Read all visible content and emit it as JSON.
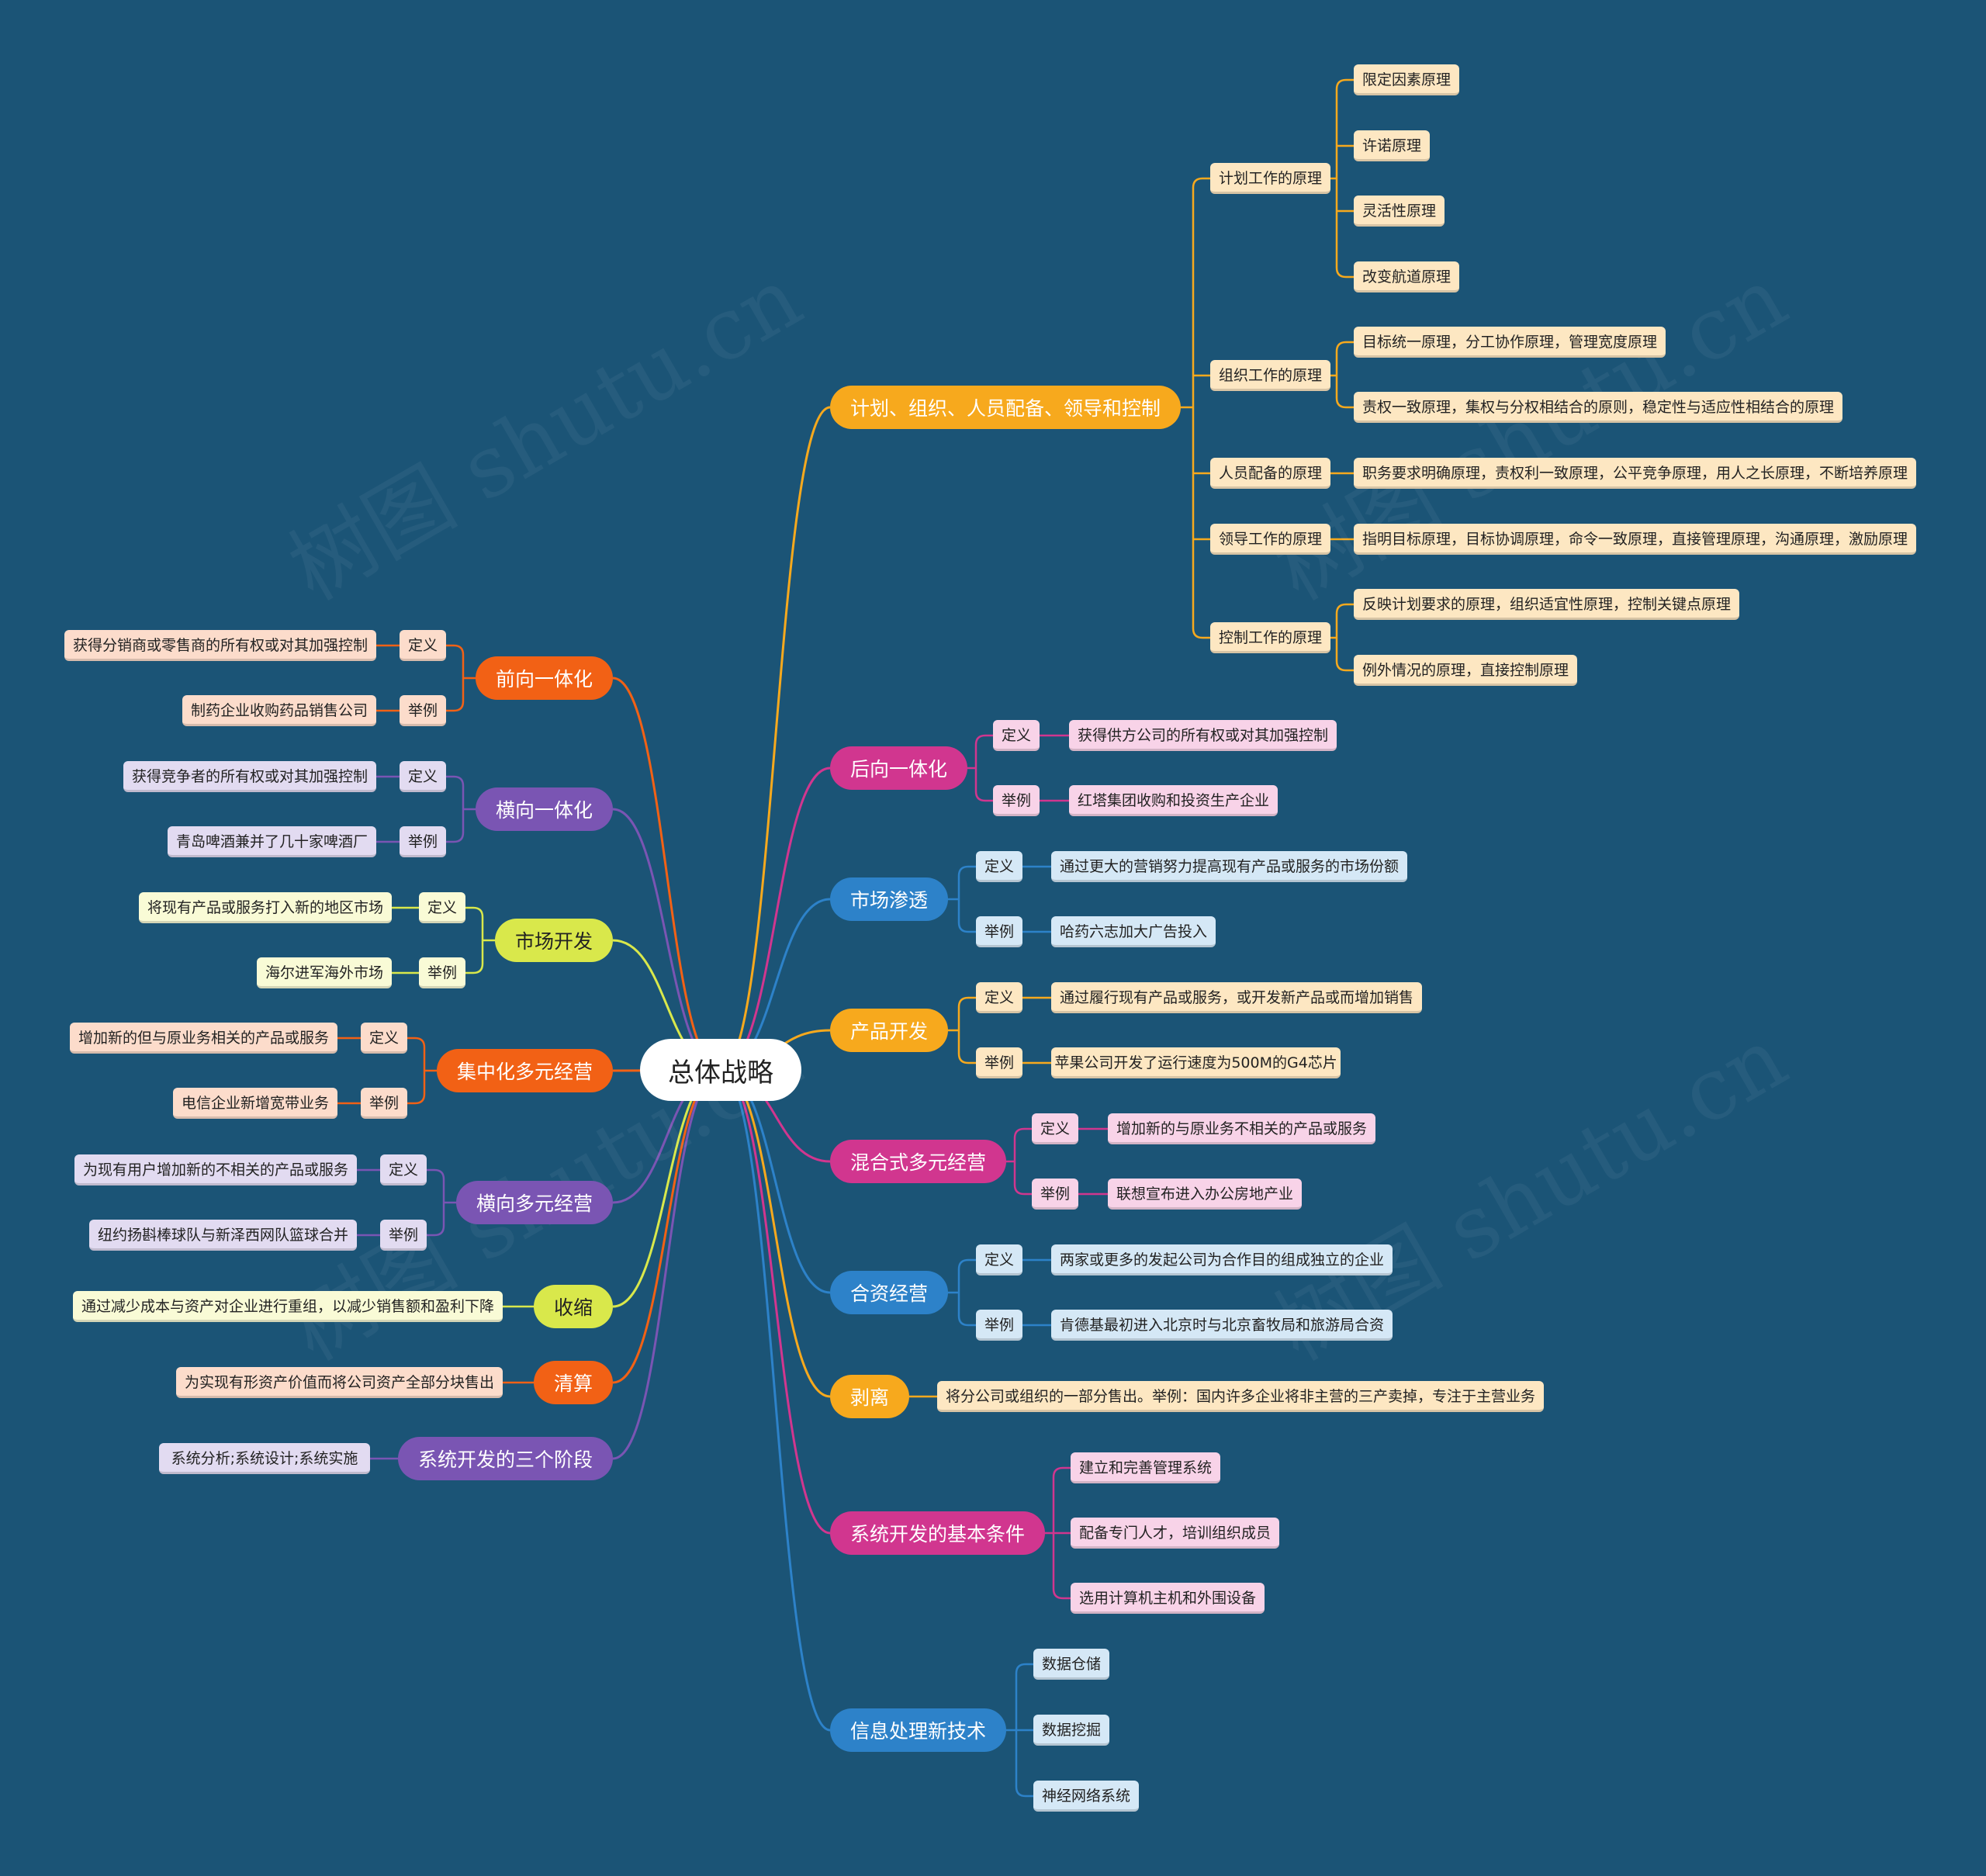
{
  "root": "总体战略",
  "watermark": "树图 shutu.cn",
  "colors": {
    "background": "#1b5476",
    "orange": "#f7a91d",
    "pink": "#d1368f",
    "blue": "#2d82c9",
    "red": "#f26115",
    "purple": "#7a55b3",
    "lime": "#d9e84b",
    "leaf_orange": "#fde7c2",
    "leaf_pink": "#f8d3e8",
    "leaf_blue": "#d5e8f6",
    "leaf_red": "#fcdccb",
    "leaf_purple": "#e2dbf1",
    "leaf_lime": "#f9fbd6"
  },
  "right": [
    {
      "label": "计划、组织、人员配备、领导和控制",
      "color": "orange",
      "children": [
        {
          "label": "计划工作的原理",
          "children": [
            {
              "label": "限定因素原理"
            },
            {
              "label": "许诺原理"
            },
            {
              "label": "灵活性原理"
            },
            {
              "label": "改变航道原理"
            }
          ]
        },
        {
          "label": "组织工作的原理",
          "children": [
            {
              "label": "目标统一原理，分工协作原理，管理宽度原理"
            },
            {
              "label": "责权一致原理，集权与分权相结合的原则，稳定性与适应性相结合的原理"
            }
          ]
        },
        {
          "label": "人员配备的原理",
          "children": [
            {
              "label": "职务要求明确原理，责权利一致原理，公平竞争原理，用人之长原理，不断培养原理"
            }
          ]
        },
        {
          "label": "领导工作的原理",
          "children": [
            {
              "label": "指明目标原理，目标协调原理，命令一致原理，直接管理原理，沟通原理，激励原理"
            }
          ]
        },
        {
          "label": "控制工作的原理",
          "children": [
            {
              "label": "反映计划要求的原理，组织适宜性原理，控制关键点原理"
            },
            {
              "label": "例外情况的原理，直接控制原理"
            }
          ]
        }
      ]
    },
    {
      "label": "后向一体化",
      "color": "pink",
      "children": [
        {
          "label": "定义",
          "children": [
            {
              "label": "获得供方公司的所有权或对其加强控制"
            }
          ]
        },
        {
          "label": "举例",
          "children": [
            {
              "label": "红塔集团收购和投资生产企业"
            }
          ]
        }
      ]
    },
    {
      "label": "市场渗透",
      "color": "blue",
      "children": [
        {
          "label": "定义",
          "children": [
            {
              "label": "通过更大的营销努力提高现有产品或服务的市场份额"
            }
          ]
        },
        {
          "label": "举例",
          "children": [
            {
              "label": "哈药六志加大广告投入"
            }
          ]
        }
      ]
    },
    {
      "label": "产品开发",
      "color": "orange",
      "children": [
        {
          "label": "定义",
          "children": [
            {
              "label": "通过履行现有产品或服务，或开发新产品或而增加销售"
            }
          ]
        },
        {
          "label": "举例",
          "children": [
            {
              "label": "苹果公司开发了运行速度为500M的G4芯片"
            }
          ]
        }
      ]
    },
    {
      "label": "混合式多元经营",
      "color": "pink",
      "children": [
        {
          "label": "定义",
          "children": [
            {
              "label": "增加新的与原业务不相关的产品或服务"
            }
          ]
        },
        {
          "label": "举例",
          "children": [
            {
              "label": "联想宣布进入办公房地产业"
            }
          ]
        }
      ]
    },
    {
      "label": "合资经营",
      "color": "blue",
      "children": [
        {
          "label": "定义",
          "children": [
            {
              "label": "两家或更多的发起公司为合作目的组成独立的企业"
            }
          ]
        },
        {
          "label": "举例",
          "children": [
            {
              "label": "肯德基最初进入北京时与北京畜牧局和旅游局合资"
            }
          ]
        }
      ]
    },
    {
      "label": "剥离",
      "color": "orange",
      "children": [
        {
          "label": "将分公司或组织的一部分售出。举例：国内许多企业将非主营的三产卖掉，专注于主营业务"
        }
      ]
    },
    {
      "label": "系统开发的基本条件",
      "color": "pink",
      "children": [
        {
          "label": "建立和完善管理系统"
        },
        {
          "label": "配备专门人才，培训组织成员"
        },
        {
          "label": "选用计算机主机和外围设备"
        }
      ]
    },
    {
      "label": "信息处理新技术",
      "color": "blue",
      "children": [
        {
          "label": "数据仓储"
        },
        {
          "label": "数据挖掘"
        },
        {
          "label": "神经网络系统"
        }
      ]
    }
  ],
  "left": [
    {
      "label": "前向一体化",
      "color": "red",
      "children": [
        {
          "label": "定义",
          "children": [
            {
              "label": "获得分销商或零售商的所有权或对其加强控制"
            }
          ]
        },
        {
          "label": "举例",
          "children": [
            {
              "label": "制药企业收购药品销售公司"
            }
          ]
        }
      ]
    },
    {
      "label": "横向一体化",
      "color": "purple",
      "children": [
        {
          "label": "定义",
          "children": [
            {
              "label": "获得竞争者的所有权或对其加强控制"
            }
          ]
        },
        {
          "label": "举例",
          "children": [
            {
              "label": "青岛啤酒兼并了几十家啤酒厂"
            }
          ]
        }
      ]
    },
    {
      "label": "市场开发",
      "color": "lime",
      "children": [
        {
          "label": "定义",
          "children": [
            {
              "label": "将现有产品或服务打入新的地区市场"
            }
          ]
        },
        {
          "label": "举例",
          "children": [
            {
              "label": "海尔进军海外市场"
            }
          ]
        }
      ]
    },
    {
      "label": "集中化多元经营",
      "color": "red",
      "children": [
        {
          "label": "定义",
          "children": [
            {
              "label": "增加新的但与原业务相关的产品或服务"
            }
          ]
        },
        {
          "label": "举例",
          "children": [
            {
              "label": "电信企业新增宽带业务"
            }
          ]
        }
      ]
    },
    {
      "label": "横向多元经营",
      "color": "purple",
      "children": [
        {
          "label": "定义",
          "children": [
            {
              "label": "为现有用户增加新的不相关的产品或服务"
            }
          ]
        },
        {
          "label": "举例",
          "children": [
            {
              "label": "纽约扬斟棒球队与新泽西网队篮球合并"
            }
          ]
        }
      ]
    },
    {
      "label": "收缩",
      "color": "lime",
      "children": [
        {
          "label": "通过减少成本与资产对企业进行重组，以减少销售额和盈利下降"
        }
      ]
    },
    {
      "label": "清算",
      "color": "red",
      "children": [
        {
          "label": "为实现有形资产价值而将公司资产全部分块售出"
        }
      ]
    },
    {
      "label": "系统开发的三个阶段",
      "color": "purple",
      "children": [
        {
          "label": "系统分析;系统设计;系统实施"
        }
      ]
    }
  ]
}
